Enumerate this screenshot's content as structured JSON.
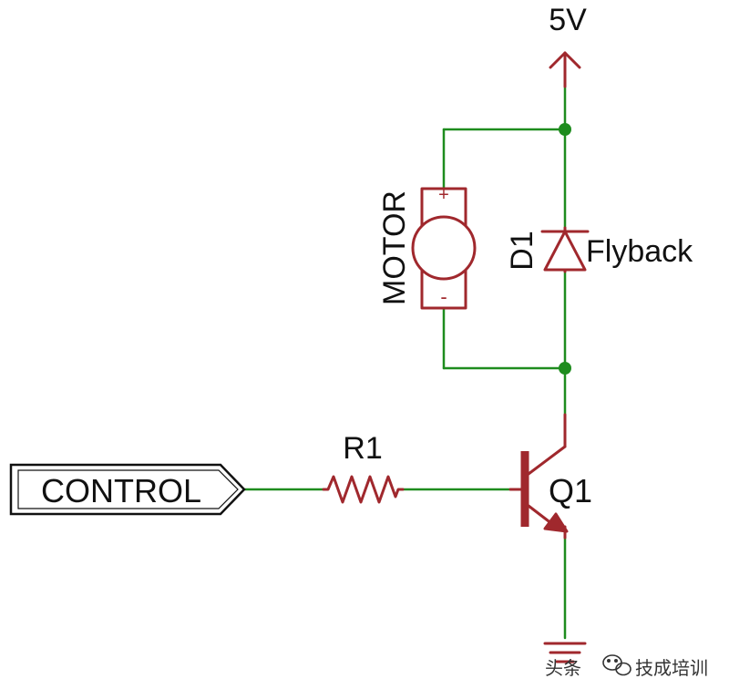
{
  "labels": {
    "supply": "5V",
    "motor": "MOTOR",
    "motor_plus": "+",
    "motor_minus": "-",
    "diode_ref": "D1",
    "diode_name": "Flyback",
    "resistor_ref": "R1",
    "transistor_ref": "Q1",
    "control_port": "CONTROL"
  },
  "watermark": {
    "platform": "头条",
    "account": "技成培训"
  },
  "colors": {
    "wire": "#1e8c1e",
    "component": "#a0282d",
    "junction": "#1e8c1e",
    "text": "#111111",
    "background": "#ffffff"
  }
}
